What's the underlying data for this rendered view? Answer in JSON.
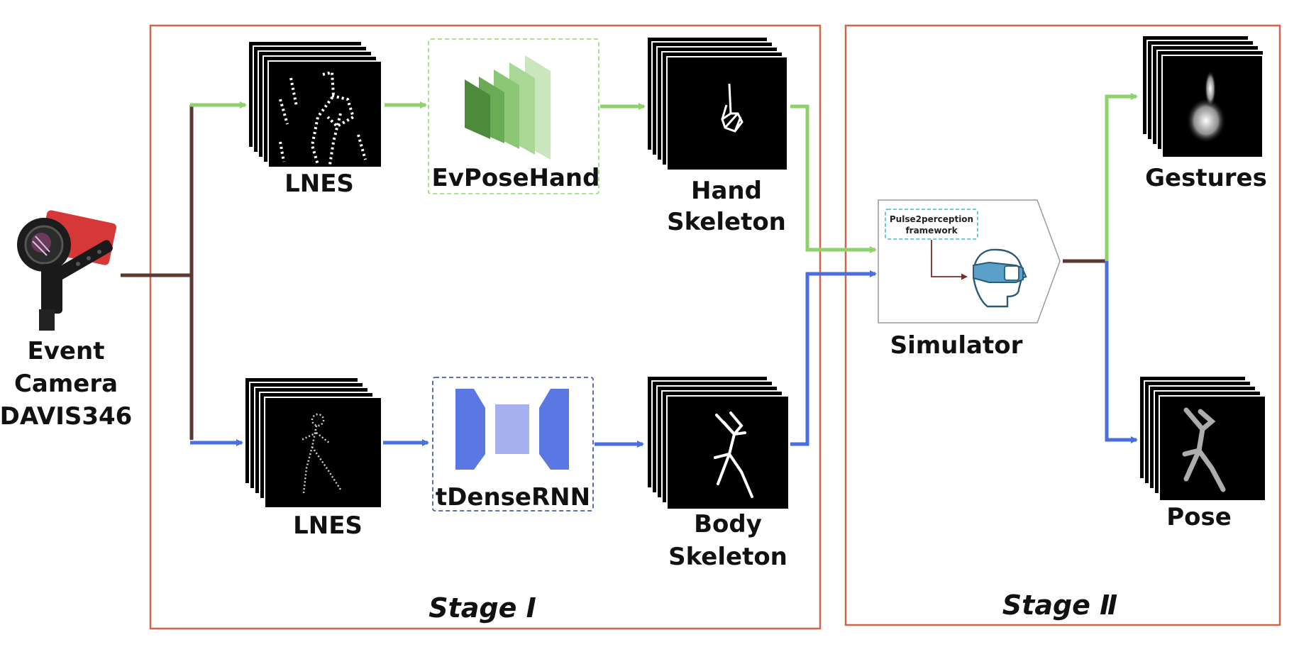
{
  "camera": {
    "label_line1": "Event",
    "label_line2": "Camera",
    "label_line3": "DAVIS346"
  },
  "stage1": {
    "title": "Stage Ⅰ",
    "top": {
      "input_label": "LNES",
      "model_label": "EvPoseHand",
      "output_line1": "Hand",
      "output_line2": "Skeleton"
    },
    "bottom": {
      "input_label": "LNES",
      "model_label": "tDenseRNN",
      "output_line1": "Body",
      "output_line2": "Skeleton"
    }
  },
  "stage2": {
    "title": "Stage Ⅱ",
    "simulator_label": "Simulator",
    "framework_line1": "Pulse2perception",
    "framework_line2": "framework",
    "gestures_label": "Gestures",
    "pose_label": "Pose"
  },
  "colors": {
    "green": "#8fd16a",
    "blue": "#4a6ee0",
    "brown": "#5c3a32",
    "stage_border": "#d0654a",
    "dark_red": "#7a2a2a",
    "framework_border": "#56c6d6"
  }
}
